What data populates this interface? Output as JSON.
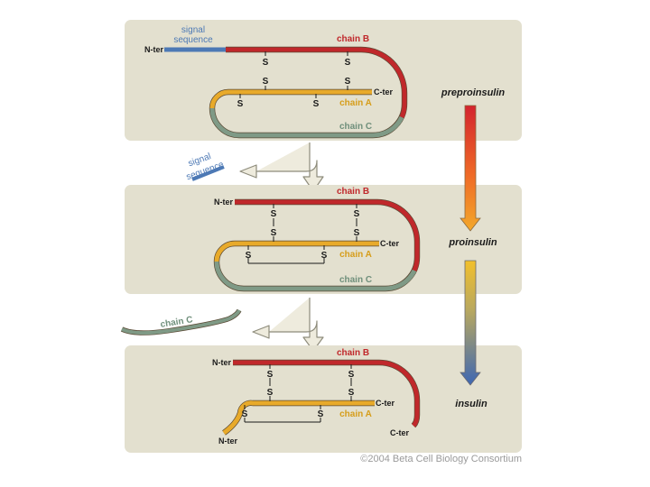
{
  "panels": [
    {
      "id": "preproinsulin",
      "stage_label": "preproinsulin",
      "signal_label": [
        "signal",
        "sequence"
      ],
      "n_ter": "N-ter",
      "c_ter": "C-ter",
      "chain_b": "chain B",
      "chain_a": "chain A",
      "chain_c": "chain C",
      "s": "S"
    },
    {
      "id": "proinsulin",
      "stage_label": "proinsulin",
      "n_ter": "N-ter",
      "c_ter": "C-ter",
      "chain_b": "chain B",
      "chain_a": "chain A",
      "chain_c": "chain C",
      "s": "S"
    },
    {
      "id": "insulin",
      "stage_label": "insulin",
      "n_ter_b": "N-ter",
      "c_ter_a": "C-ter",
      "c_ter_b": "C-ter",
      "n_ter_a": "N-ter",
      "chain_b": "chain B",
      "chain_a": "chain A",
      "s": "S"
    }
  ],
  "removed": {
    "signal_label": [
      "signal",
      "sequence"
    ],
    "chain_c_label": "chain C"
  },
  "credit": "©2004 Beta Cell Biology Consortium",
  "colors": {
    "panel_bg": "#e3e0cf",
    "chain_b": "#c0282b",
    "chain_a": "#e8aa2a",
    "chain_c": "#7f9a86",
    "signal": "#4d79b5"
  }
}
